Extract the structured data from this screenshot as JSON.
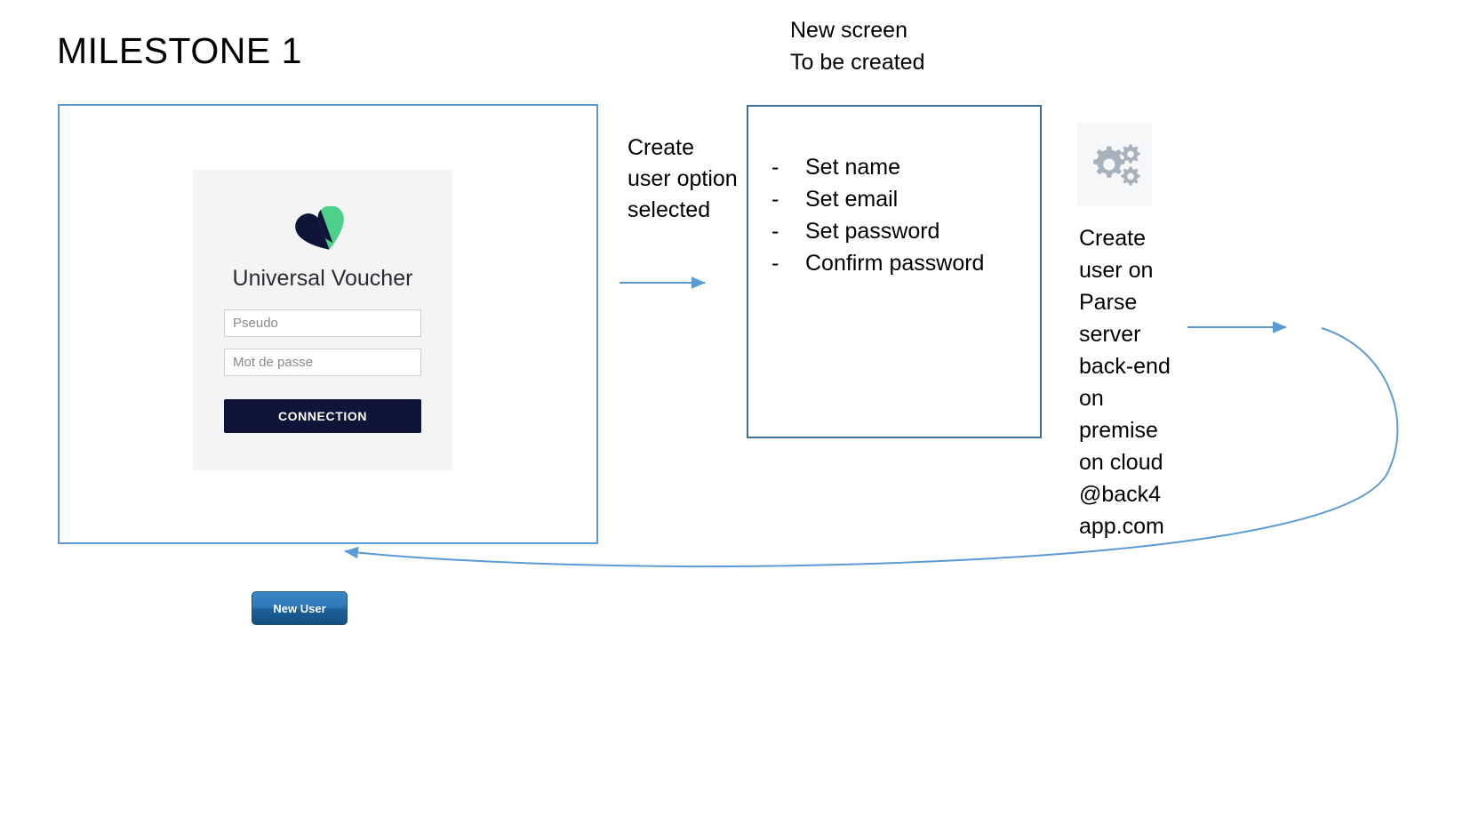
{
  "page": {
    "title": "MILESTONE 1",
    "background": "#ffffff"
  },
  "colors": {
    "left_box_border": "#5B9BD5",
    "right_box_border": "#3E6E96",
    "arrow": "#5B9BD5",
    "brand_dark": "#0e1538",
    "brand_green": "#4cd08a",
    "card_background": "#f4f4f4",
    "new_user_button": "#2f79b8",
    "gear_icon": "#a7b2bd"
  },
  "login_screen": {
    "brand_name": "Universal Voucher",
    "logo": "heart-logo",
    "username_placeholder": "Pseudo",
    "username_value": "",
    "password_placeholder": "Mot de passe",
    "password_value": "",
    "connect_label": "CONNECTION",
    "new_user_label": "New User"
  },
  "flow": {
    "create_user_note": "Create user option selected",
    "new_screen_heading": "New screen\nTo be created",
    "backend_note": "Create user on Parse server back-end on premise on cloud @back4 app.com"
  },
  "new_screen": {
    "bullet_marker": "-",
    "items": [
      "Set name",
      "Set email",
      "Set password",
      "Confirm password"
    ]
  }
}
